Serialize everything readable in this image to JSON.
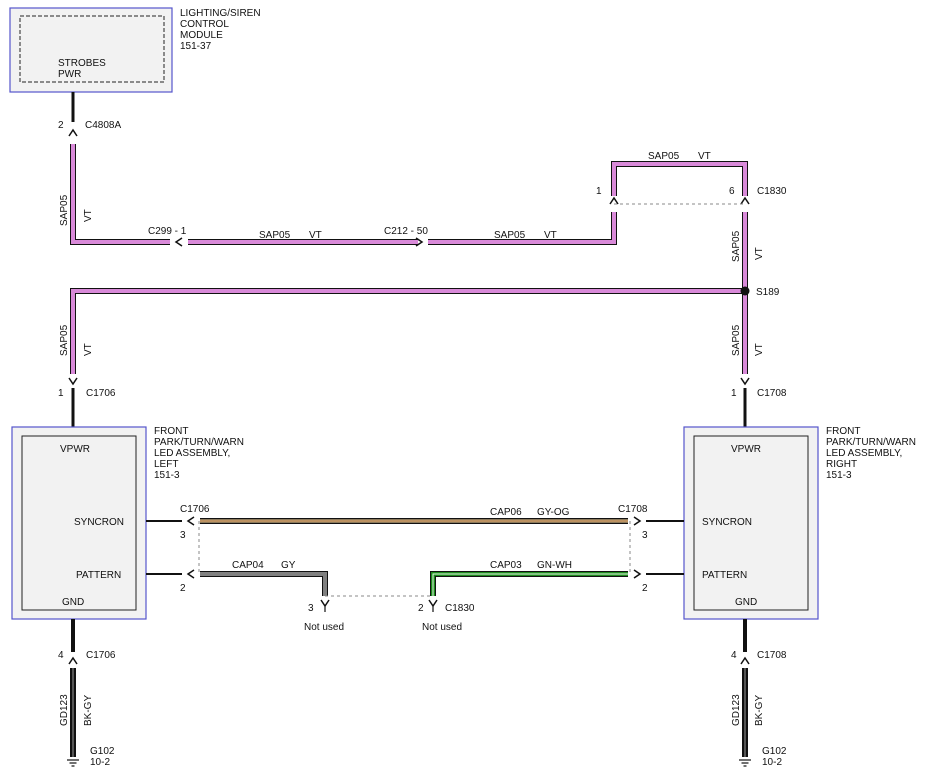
{
  "modules": {
    "lighting_siren": {
      "title_lines": [
        "LIGHTING/SIREN",
        "CONTROL",
        "MODULE",
        "151-37"
      ],
      "pin_lines": [
        "STROBES",
        "PWR"
      ]
    },
    "led_left": {
      "title_lines": [
        "FRONT",
        "PARK/TURN/WARN",
        "LED ASSEMBLY,",
        "LEFT",
        "151-3"
      ],
      "pins": {
        "vpwr": "VPWR",
        "syncron": "SYNCRON",
        "pattern": "PATTERN",
        "gnd": "GND"
      }
    },
    "led_right": {
      "title_lines": [
        "FRONT",
        "PARK/TURN/WARN",
        "LED ASSEMBLY,",
        "RIGHT",
        "151-3"
      ],
      "pins": {
        "vpwr": "VPWR",
        "syncron": "SYNCRON",
        "pattern": "PATTERN",
        "gnd": "GND"
      }
    }
  },
  "connectors": {
    "c4808a": {
      "name": "C4808A",
      "pin": "2"
    },
    "c299": {
      "label": "C299  -  1"
    },
    "c212": {
      "label": "C212  -  50"
    },
    "c1830_top": {
      "name": "C1830",
      "pin_left": "1",
      "pin_right": "6"
    },
    "s189": {
      "name": "S189"
    },
    "c1706_top": {
      "name": "C1706",
      "pin": "1"
    },
    "c1708_top": {
      "name": "C1708",
      "pin": "1"
    },
    "c1706_mid": {
      "name": "C1706",
      "pin_syncron": "3",
      "pin_pattern": "2"
    },
    "c1708_mid": {
      "name": "C1708",
      "pin_syncron": "3",
      "pin_pattern": "2"
    },
    "c1830_bottom": {
      "name": "C1830",
      "pin_left": "3",
      "pin_right": "2"
    },
    "c1706_bottom": {
      "name": "C1706",
      "pin": "4"
    },
    "c1708_bottom": {
      "name": "C1708",
      "pin": "4"
    }
  },
  "wires": {
    "sap05": {
      "circuit": "SAP05",
      "color": "VT",
      "hex": "#d98ad9"
    },
    "cap06": {
      "circuit": "CAP06",
      "color": "GY-OG",
      "hex": "#8c7a5c"
    },
    "cap04": {
      "circuit": "CAP04",
      "color": "GY",
      "hex": "#808080"
    },
    "cap03": {
      "circuit": "CAP03",
      "color": "GN-WH",
      "hex": "#1e8a1e"
    },
    "gd123": {
      "circuit": "GD123",
      "color": "BK-GY",
      "hex": "#111111"
    }
  },
  "notes": {
    "not_used": "Not used"
  },
  "grounds": {
    "left": {
      "name": "G102",
      "ref": "10-2"
    },
    "right": {
      "name": "G102",
      "ref": "10-2"
    }
  },
  "colors": {
    "module_border": "#5555cc",
    "module_fill": "#f2f2f2"
  }
}
